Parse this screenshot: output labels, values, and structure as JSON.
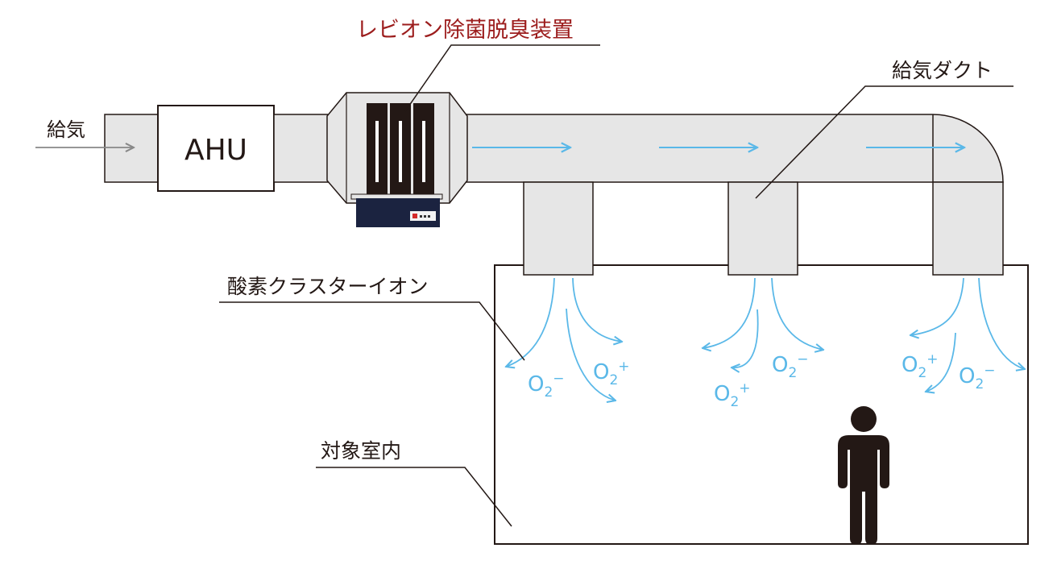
{
  "labels": {
    "device": "レビオン除菌脱臭装置",
    "supply_air": "給気",
    "ahu": "AHU",
    "duct": "給気ダクト",
    "ions": "酸素クラスターイオン",
    "room": "対象室内"
  },
  "ions": [
    {
      "base": "O",
      "sub": "2",
      "sup": "−"
    },
    {
      "base": "O",
      "sub": "2",
      "sup": "+"
    },
    {
      "base": "O",
      "sub": "2",
      "sup": "+"
    },
    {
      "base": "O",
      "sub": "2",
      "sup": "−"
    },
    {
      "base": "O",
      "sub": "2",
      "sup": "+"
    },
    {
      "base": "O",
      "sub": "2",
      "sup": "−"
    }
  ],
  "colors": {
    "duct_fill": "#e6e6e6",
    "outline": "#231815",
    "airflow": "#5ab8e8",
    "device_title": "#9c1d1d",
    "device_base": "#1b2340",
    "person": "#231815"
  }
}
